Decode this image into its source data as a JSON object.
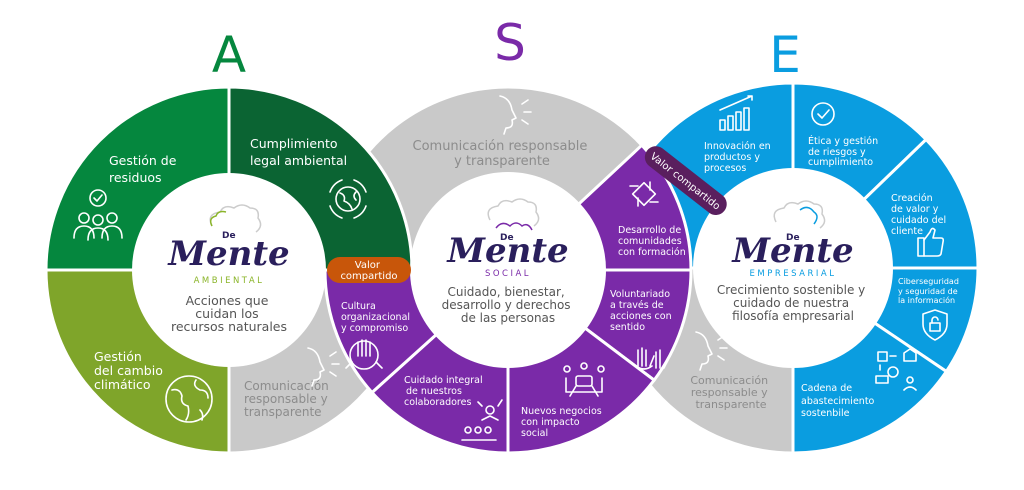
{
  "letters": {
    "a": "A",
    "s": "S",
    "e": "E"
  },
  "colors": {
    "green": "#05873e",
    "dark_green": "#0b6433",
    "olive": "#7fa52a",
    "gray": "#c9c9c9",
    "purple": "#7a2aa8",
    "dark_purple": "#5a1f5e",
    "blue": "#0a9de0",
    "orange": "#c8560a"
  },
  "logo": {
    "de": "De",
    "mente": "Mente"
  },
  "ambiental": {
    "subtitle": "AMBIENTAL",
    "center": [
      "Acciones que",
      "cuidan los",
      "recursos naturales"
    ],
    "segments": [
      {
        "lines": [
          "Gestión de",
          "residuos"
        ],
        "icon": "team-check-icon"
      },
      {
        "lines": [
          "Cumplimiento",
          "legal ambiental"
        ],
        "icon": "globe-cycle-icon"
      },
      {
        "lines": [
          "Gestión",
          "del cambio",
          "climático"
        ],
        "icon": "globe-icon"
      },
      {
        "lines": [
          "Comunicación",
          "responsable y",
          "transparente"
        ],
        "icon": "speaking-face-icon"
      }
    ]
  },
  "social": {
    "subtitle": "SOCIAL",
    "center": [
      "Cuidado, bienestar,",
      "desarrollo y derechos",
      "de las personas"
    ],
    "segments": [
      {
        "lines": [
          "Comunicación responsable",
          "y transparente"
        ],
        "icon": "speaking-face-icon"
      },
      {
        "lines": [
          "Cultura",
          "organizacional",
          "y compromiso"
        ],
        "icon": "hands-together-icon"
      },
      {
        "lines": [
          "Cuidado integral",
          "de nuestros",
          "colaboradores"
        ],
        "icon": "audience-icon"
      },
      {
        "lines": [
          "Nuevos negocios",
          "con impacto",
          "social"
        ],
        "icon": "meeting-icon"
      },
      {
        "lines": [
          "Voluntariado",
          "a través de",
          "acciones con",
          "sentido"
        ],
        "icon": "raised-hands-icon"
      },
      {
        "lines": [
          "Desarrollo de",
          "comunidades",
          "con formación"
        ],
        "icon": "linked-hands-icon"
      }
    ]
  },
  "empresarial": {
    "subtitle": "EMPRESARIAL",
    "center": [
      "Crecimiento sostenible y",
      "cuidado de nuestra",
      "filosofía empresarial"
    ],
    "segments": [
      {
        "lines": [
          "Innovación en",
          "productos y",
          "procesos"
        ],
        "icon": "growth-chart-icon"
      },
      {
        "lines": [
          "Ética y gestión",
          "de riesgos y",
          "cumplimiento"
        ],
        "icon": "check-circle-icon"
      },
      {
        "lines": [
          "Creación",
          "de valor y",
          "cuidado del",
          "cliente"
        ],
        "icon": "thumbs-up-icon"
      },
      {
        "lines": [
          "Ciberseguridad",
          "y seguridad de",
          "la información"
        ],
        "icon": "shield-lock-icon"
      },
      {
        "lines": [
          "Cadena de",
          "abastecimiento",
          "sostenbile"
        ],
        "icon": "supply-chain-icon"
      },
      {
        "lines": [
          "Comunicación",
          "responsable y",
          "transparente"
        ],
        "icon": "speaking-face-icon"
      }
    ]
  },
  "badges": {
    "valor1": [
      "Valor",
      "compartido"
    ],
    "valor2": "Valor compartido"
  }
}
